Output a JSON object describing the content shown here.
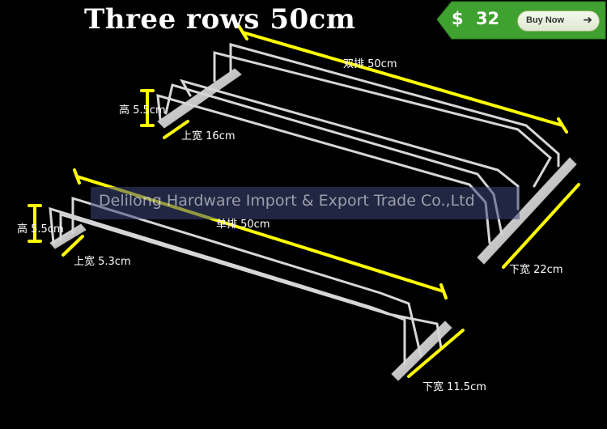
{
  "headline": "Three rows 50cm",
  "price": {
    "currency": "$",
    "amount": "32",
    "button_label": "Buy Now",
    "button_icon": "arrow-right-icon",
    "badge_color": "#3fa12f"
  },
  "watermark": "Delilong Hardware Import & Export Trade Co.,Ltd",
  "triple_rack_dimensions": {
    "length": "双排 50cm",
    "height": "高 5.5cm",
    "top_width": "上宽 16cm",
    "bottom_width": "下宽 22cm"
  },
  "single_rack_dimensions": {
    "length": "单排 50cm",
    "height": "高 5.5cm",
    "top_width": "上宽 5.3cm",
    "bottom_width": "下宽 11.5cm"
  },
  "colors": {
    "dimension_line": "#ffff00",
    "metal": "#d9d9d9"
  }
}
